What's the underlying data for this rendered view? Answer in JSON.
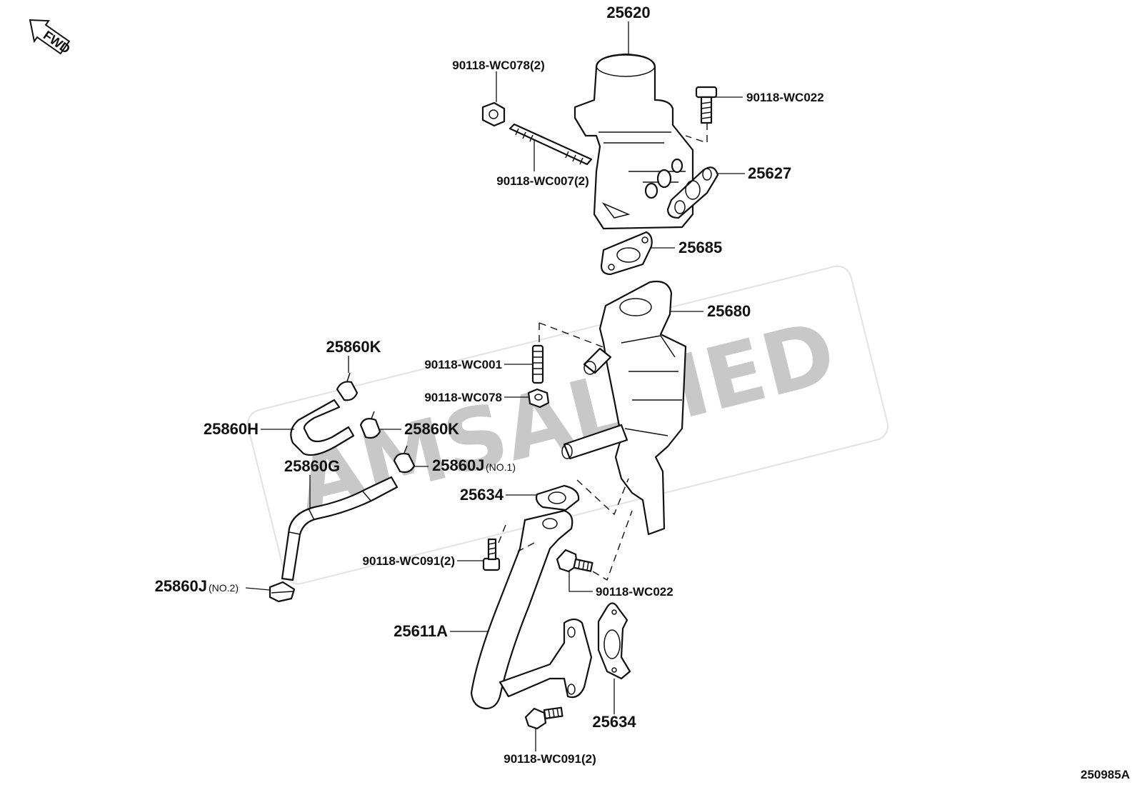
{
  "diagram": {
    "ref_code": "250985A",
    "fwd_label": "FWD",
    "watermark": "AMSALLIED",
    "labels": {
      "egr_valve": "25620",
      "nut_wc078_2": "90118-WC078(2)",
      "bolt_wc022_top": "90118-WC022",
      "stud_wc007_2": "90118-WC007(2)",
      "gasket_25627": "25627",
      "gasket_25685": "25685",
      "pipe_25680": "25680",
      "clamp_25860k_top": "25860K",
      "stud_wc001": "90118-WC001",
      "nut_wc078": "90118-WC078",
      "hose_25860h": "25860H",
      "clamp_25860k_mid": "25860K",
      "clamp_25860j_no1": "25860J",
      "clamp_25860j_no1_note": "(NO.1)",
      "hose_25860g": "25860G",
      "gasket_25634_top": "25634",
      "bolt_wc091_left": "90118-WC091(2)",
      "bolt_wc022_bottom": "90118-WC022",
      "clamp_25860j_no2": "25860J",
      "clamp_25860j_no2_note": "(NO.2)",
      "pipe_25611a": "25611A",
      "gasket_25634_bottom": "25634",
      "bolt_wc091_bottom": "90118-WC091(2)"
    }
  }
}
